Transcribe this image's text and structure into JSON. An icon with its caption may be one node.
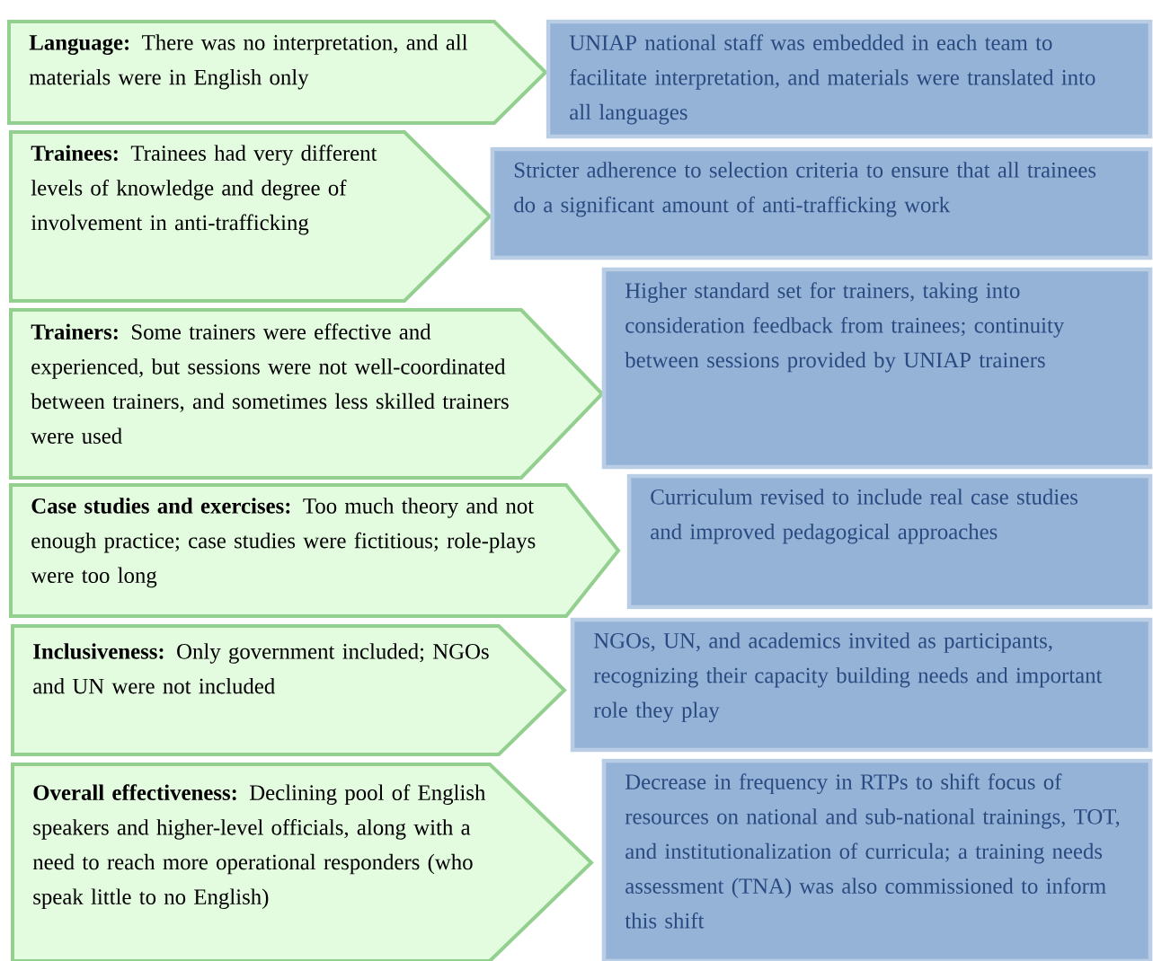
{
  "diagram": {
    "nodes": [
      {
        "text": [
          "**Language:** There was no interpretation, and all materials were in English only"
        ]
      },
      {
        "text": [
          "UNIAP national staff was embedded in each team to facilitate interpretation, and materials were translated into all languages"
        ]
      },
      {
        "text": [
          "**Trainees:** Trainees had very different levels of knowledge and degree of involvement in anti-trafficking"
        ]
      },
      {
        "text": [
          "Stricter adherence to selection criteria to ensure that all trainees do a significant amount of anti-trafficking work"
        ]
      },
      {
        "text": [
          "**Trainers:** Some trainers were effective and experienced, but sessions were not well-coordinated between trainers, and sometimes less skilled trainers were used"
        ]
      },
      {
        "text": [
          "Higher standard set for trainers, taking into consideration feedback from trainees; continuity between sessions provided by UNIAP trainers"
        ]
      },
      {
        "text": [
          "**Case studies and exercises:** Too much theory and not enough practice; case studies were fictitious; role-plays were too long"
        ]
      },
      {
        "text": [
          "Curriculum revised to include real case studies and improved pedagogical approaches"
        ]
      },
      {
        "text": [
          "**Inclusiveness:** Only government included; NGOs and UN were not included"
        ]
      },
      {
        "text": [
          "NGOs, UN, and academics invited as participants, recognizing their capacity building needs and important role they play"
        ]
      },
      {
        "text": [
          "**Overall effectiveness:** Declining pool of English speakers and higher-level officials, along with a need to reach more operational responders (who speak little to no English)"
        ]
      },
      {
        "text": [
          "Decrease in frequency in RTPs to shift focus of resources on national and sub-national trainings, TOT, and institutionalization of curricula; a training needs assessment (TNA) was also commissioned to inform this shift"
        ]
      }
    ]
  }
}
